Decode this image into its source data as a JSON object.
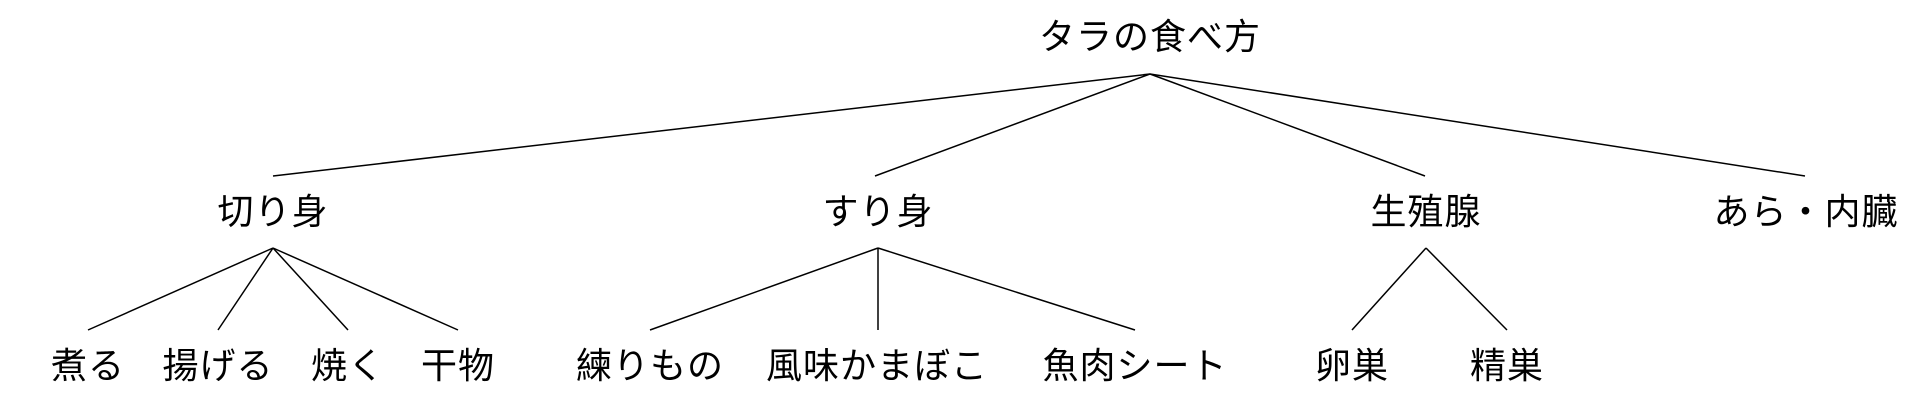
{
  "diagram": {
    "root": {
      "label": "タラの食べ方"
    },
    "branches": [
      {
        "label": "切り身",
        "children": [
          {
            "label": "煮る"
          },
          {
            "label": "揚げる"
          },
          {
            "label": "焼く"
          },
          {
            "label": "干物"
          }
        ]
      },
      {
        "label": "すり身",
        "children": [
          {
            "label": "練りもの"
          },
          {
            "label": "風味かまぼこ"
          },
          {
            "label": "魚肉シート"
          }
        ]
      },
      {
        "label": "生殖腺",
        "children": [
          {
            "label": "卵巣"
          },
          {
            "label": "精巣"
          }
        ]
      },
      {
        "label": "あら・内臓",
        "children": []
      }
    ],
    "colors": {
      "line": "#000000",
      "text": "#000000",
      "background": "#ffffff"
    }
  }
}
